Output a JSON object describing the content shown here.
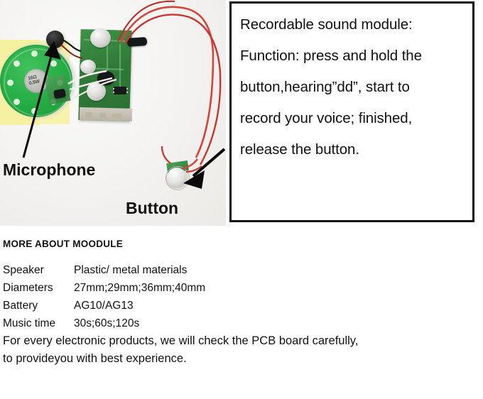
{
  "photo": {
    "alt_name": "recordable-sound-module-photo",
    "hub_text_line1": "16Ω",
    "hub_text_line2": "0.5W",
    "labels": {
      "microphone": "Microphone",
      "button": "Button"
    },
    "colors": {
      "speaker_green": "#25ad44",
      "sticky_yellow": "#f7f2a9",
      "pcb_green": "#2f7a38",
      "wire_red": "#d93b36",
      "background": "#f2f1ef"
    }
  },
  "description_box": {
    "lines": [
      "Recordable sound module:",
      "Function: press and hold the",
      "button,hearing”dd”, start to",
      "record your voice; finished,",
      "release the button."
    ]
  },
  "more_about": {
    "title": "MORE ABOUT MOODULE",
    "specs": [
      {
        "label": "Speaker",
        "value": "Plastic/ metal materials"
      },
      {
        "label": "Diameters",
        "value": "27mm;29mm;36mm;40mm"
      },
      {
        "label": "Battery",
        "value": "AG10/AG13"
      },
      {
        "label": "Music time",
        "value": "30s;60s;120s"
      }
    ],
    "closing": [
      "For every electronic products, we will check the PCB board carefully,",
      "to provideyou with best experience."
    ]
  }
}
